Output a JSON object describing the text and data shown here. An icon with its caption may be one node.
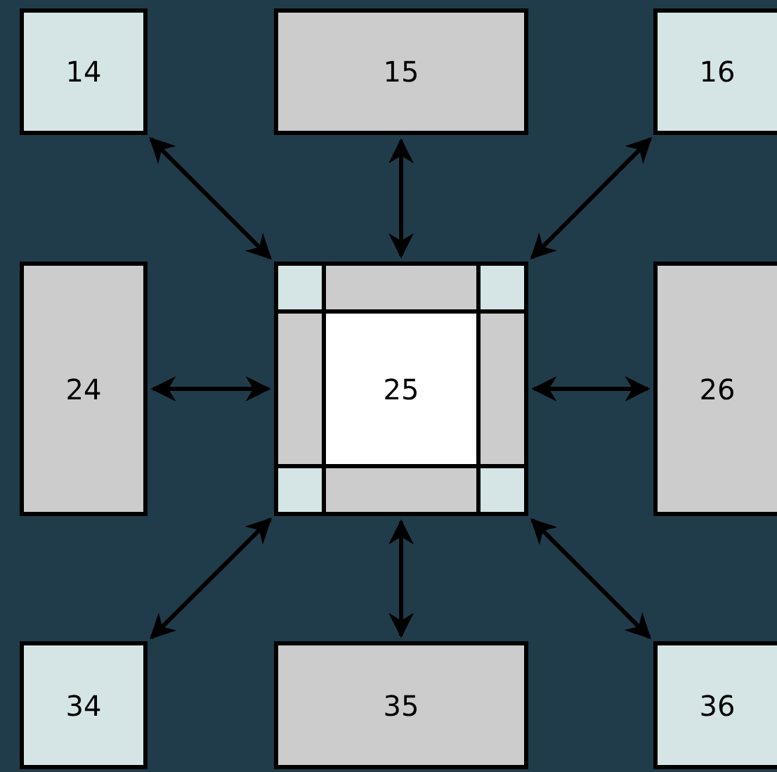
{
  "diagram": {
    "nodes": [
      {
        "text": [
          "14"
        ]
      },
      {
        "text": [
          "15"
        ]
      },
      {
        "text": [
          "16"
        ]
      },
      {
        "text": [
          "24"
        ]
      },
      {
        "text": [],
        "shape": "box"
      },
      {
        "text": [],
        "shape": "box",
        "in": 4
      },
      {
        "text": [],
        "shape": "box",
        "in": 4
      },
      {
        "text": [],
        "shape": "box",
        "in": 4
      },
      {
        "text": [],
        "shape": "box",
        "in": 4
      },
      {
        "text": [
          "25"
        ],
        "in": 4
      },
      {
        "text": [],
        "shape": "box",
        "in": 4
      },
      {
        "text": [],
        "shape": "box",
        "in": 4
      },
      {
        "text": [],
        "shape": "box",
        "in": 4
      },
      {
        "text": [],
        "shape": "box",
        "in": 4
      },
      {
        "text": [
          "26"
        ]
      },
      {
        "text": [
          "34"
        ]
      },
      {
        "text": [
          "35"
        ]
      },
      {
        "text": [
          "36"
        ]
      }
    ],
    "edges": [
      {
        "from": 4,
        "to": 0,
        "arrow": "both"
      },
      {
        "from": 4,
        "to": 1,
        "arrow": "both"
      },
      {
        "from": 4,
        "to": 2,
        "arrow": "both"
      },
      {
        "from": 4,
        "to": 3,
        "arrow": "both"
      },
      {
        "from": 4,
        "to": 14,
        "arrow": "both"
      },
      {
        "from": 4,
        "to": 15,
        "arrow": "both"
      },
      {
        "from": 4,
        "to": 16,
        "arrow": "both"
      },
      {
        "from": 4,
        "to": 17,
        "arrow": "both"
      }
    ]
  }
}
